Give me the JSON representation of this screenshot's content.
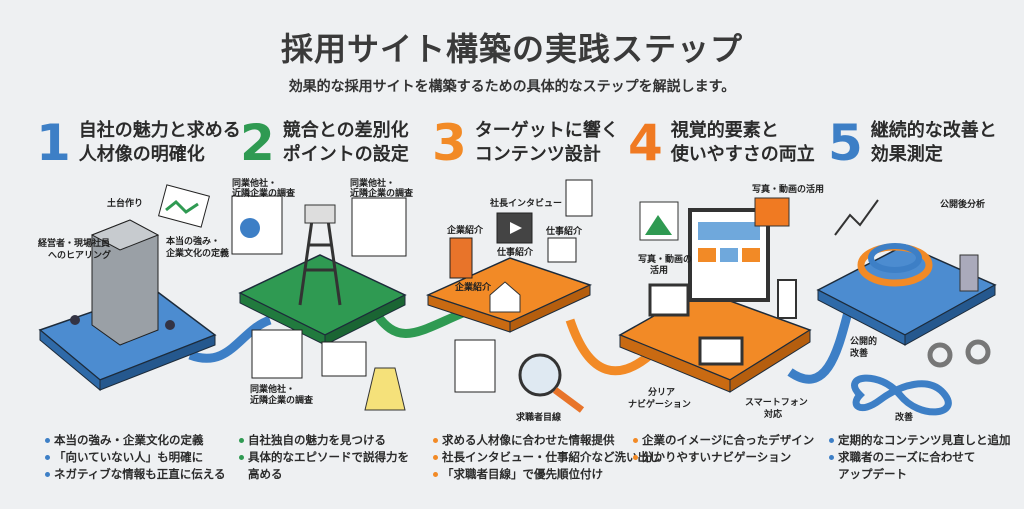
{
  "title": "採用サイト構築の実践ステップ",
  "subtitle": "効果的な採用サイトを構築するための具体的なステップを解説します。",
  "colors": {
    "blue": "#3d7fc6",
    "green": "#2f9a52",
    "orange": "#f28a26"
  },
  "steps": [
    {
      "num": "1",
      "title": "自社の魅力と求める\n人材像の明確化",
      "bullets": [
        "本当の強み・企業文化の定義",
        "「向いていない人」も明確に",
        "ネガティブな情報も正直に伝える"
      ],
      "labels": [
        "土台作り",
        "経営者・現場社員",
        "へのヒアリング",
        "本当の強み・",
        "企業文化の定義"
      ]
    },
    {
      "num": "2",
      "title": "競合との差別化\nポイントの設定",
      "bullets": [
        "自社独自の魅力を見つける",
        "具体的なエピソードで説得力を\n高める"
      ],
      "labels": [
        "同業他社・",
        "近隣企業の調査",
        "同業他社・",
        "近隣企業の調査",
        "同業他社・",
        "近隣企業の調査"
      ]
    },
    {
      "num": "3",
      "title": "ターゲットに響く\nコンテンツ設計",
      "bullets": [
        "求める人材像に合わせた情報提供",
        "社長インタビュー・仕事紹介など洗い出し",
        "「求職者目線」で優先順位付け"
      ],
      "labels": [
        "企業紹介",
        "社長インタビュー",
        "仕事紹介",
        "企業紹介",
        "仕事紹介",
        "求職者目線"
      ]
    },
    {
      "num": "4",
      "title": "視覚的要素と\n使いやすさの両立",
      "bullets": [
        "企業のイメージに合ったデザイン",
        "分かりやすいナビゲーション"
      ],
      "labels": [
        "写真・動画の活用",
        "写真・動画の",
        "活用",
        "分リア",
        "ナビゲーション",
        "スマートフォン",
        "対応"
      ]
    },
    {
      "num": "5",
      "title": "継続的な改善と\n効果測定",
      "bullets": [
        "定期的なコンテンツ見直しと追加",
        "求職者のニーズに合わせて\nアップデート"
      ],
      "labels": [
        "公開後分析",
        "公開的",
        "改善",
        "改善"
      ]
    }
  ]
}
